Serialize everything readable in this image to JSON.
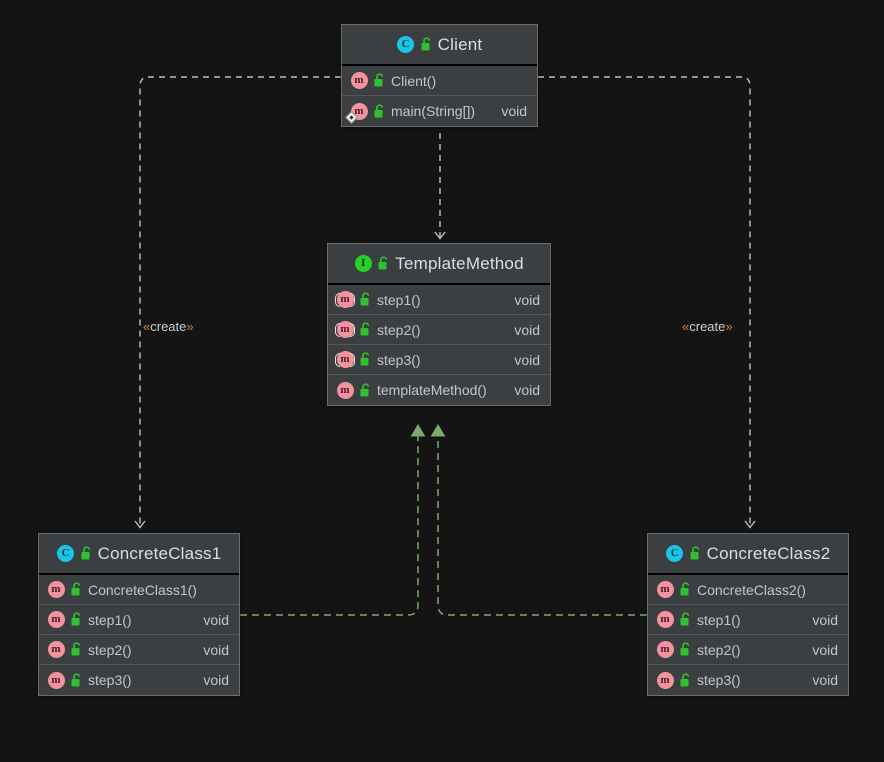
{
  "diagram": {
    "type": "uml-class-diagram",
    "pattern": "Template Method",
    "background_color": "#141414",
    "node_fill": "#3c3f41",
    "node_border": "#6a6d6e",
    "text_color": "#bfc7cf",
    "title_color": "#d8dfe6",
    "realization_color": "#7aab6b",
    "dependency_color": "#bfbfbf",
    "guillemet_color": "#cc8844"
  },
  "nodes": [
    {
      "id": "client",
      "name": "Client",
      "stereotype": "class",
      "type_icon": "class-icon",
      "visibility_icon": "public-unlock-icon",
      "type_letter": "C",
      "members": [
        {
          "name": "Client()",
          "return": "",
          "icon": "method-icon",
          "visibility_icon": "public-unlock-icon",
          "abstract": false,
          "static": false
        },
        {
          "name": "main(String[])",
          "return": "void",
          "icon": "method-icon",
          "visibility_icon": "public-unlock-icon",
          "abstract": false,
          "static": true
        }
      ]
    },
    {
      "id": "templatemethod",
      "name": "TemplateMethod",
      "stereotype": "interface",
      "type_icon": "interface-icon",
      "visibility_icon": "public-unlock-icon",
      "type_letter": "I",
      "members": [
        {
          "name": "step1()",
          "return": "void",
          "icon": "method-icon",
          "visibility_icon": "public-unlock-icon",
          "abstract": true,
          "static": false
        },
        {
          "name": "step2()",
          "return": "void",
          "icon": "method-icon",
          "visibility_icon": "public-unlock-icon",
          "abstract": true,
          "static": false
        },
        {
          "name": "step3()",
          "return": "void",
          "icon": "method-icon",
          "visibility_icon": "public-unlock-icon",
          "abstract": true,
          "static": false
        },
        {
          "name": "templateMethod()",
          "return": "void",
          "icon": "method-icon",
          "visibility_icon": "public-unlock-icon",
          "abstract": false,
          "static": false
        }
      ]
    },
    {
      "id": "concreteclass1",
      "name": "ConcreteClass1",
      "stereotype": "class",
      "type_icon": "class-icon",
      "visibility_icon": "public-unlock-icon",
      "type_letter": "C",
      "members": [
        {
          "name": "ConcreteClass1()",
          "return": "",
          "icon": "method-icon",
          "visibility_icon": "public-unlock-icon",
          "abstract": false,
          "static": false
        },
        {
          "name": "step1()",
          "return": "void",
          "icon": "method-icon",
          "visibility_icon": "public-unlock-icon",
          "abstract": false,
          "static": false
        },
        {
          "name": "step2()",
          "return": "void",
          "icon": "method-icon",
          "visibility_icon": "public-unlock-icon",
          "abstract": false,
          "static": false
        },
        {
          "name": "step3()",
          "return": "void",
          "icon": "method-icon",
          "visibility_icon": "public-unlock-icon",
          "abstract": false,
          "static": false
        }
      ]
    },
    {
      "id": "concreteclass2",
      "name": "ConcreteClass2",
      "stereotype": "class",
      "type_icon": "class-icon",
      "visibility_icon": "public-unlock-icon",
      "type_letter": "C",
      "members": [
        {
          "name": "ConcreteClass2()",
          "return": "",
          "icon": "method-icon",
          "visibility_icon": "public-unlock-icon",
          "abstract": false,
          "static": false
        },
        {
          "name": "step1()",
          "return": "void",
          "icon": "method-icon",
          "visibility_icon": "public-unlock-icon",
          "abstract": false,
          "static": false
        },
        {
          "name": "step2()",
          "return": "void",
          "icon": "method-icon",
          "visibility_icon": "public-unlock-icon",
          "abstract": false,
          "static": false
        },
        {
          "name": "step3()",
          "return": "void",
          "icon": "method-icon",
          "visibility_icon": "public-unlock-icon",
          "abstract": false,
          "static": false
        }
      ]
    }
  ],
  "edges": [
    {
      "id": "client-uses-template",
      "from": "client",
      "to": "templatemethod",
      "kind": "dependency",
      "label": ""
    },
    {
      "id": "client-creates-cc1",
      "from": "client",
      "to": "concreteclass1",
      "kind": "dependency",
      "label": "«create»",
      "label_open": "«",
      "label_text": "create",
      "label_close": "»"
    },
    {
      "id": "client-creates-cc2",
      "from": "client",
      "to": "concreteclass2",
      "kind": "dependency",
      "label": "«create»",
      "label_open": "«",
      "label_text": "create",
      "label_close": "»"
    },
    {
      "id": "cc1-implements-template",
      "from": "concreteclass1",
      "to": "templatemethod",
      "kind": "realization",
      "label": ""
    },
    {
      "id": "cc2-implements-template",
      "from": "concreteclass2",
      "to": "templatemethod",
      "kind": "realization",
      "label": ""
    }
  ],
  "labels": {
    "create_left": "«create»",
    "create_right": "«create»",
    "create_open": "«",
    "create_word": "create",
    "create_close": "»"
  }
}
